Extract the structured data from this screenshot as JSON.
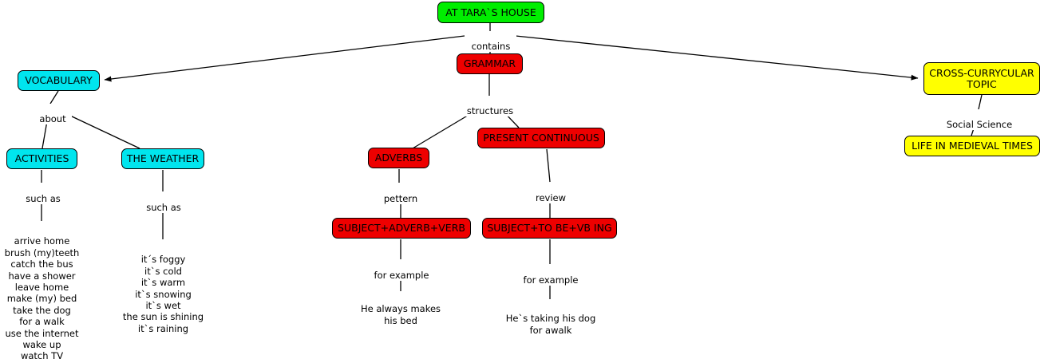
{
  "diagram": {
    "title": "AT TARA`S HOUSE concept map",
    "colors": {
      "root": "#00ee00",
      "vocabulary": "#00e5ee",
      "grammar": "#ee0000",
      "cross_curricular": "#ffff00",
      "line": "#000000",
      "text": "#000000",
      "background": "#ffffff"
    }
  },
  "nodes": {
    "root": {
      "label": "AT TARA`S HOUSE"
    },
    "vocabulary": {
      "label": "VOCABULARY"
    },
    "activities": {
      "label": "ACTIVITIES"
    },
    "weather": {
      "label": "THE WEATHER"
    },
    "grammar": {
      "label": "GRAMMAR"
    },
    "adverbs": {
      "label": "ADVERBS"
    },
    "present_continuous": {
      "label": "PRESENT CONTINUOUS"
    },
    "adverb_pattern": {
      "label": "SUBJECT+ADVERB+VERB"
    },
    "continuous_pattern": {
      "label": "SUBJECT+TO BE+VB ING"
    },
    "cross_curricular": {
      "label": "CROSS-CURRYCULAR\nTOPIC"
    },
    "medieval": {
      "label": "LIFE IN MEDIEVAL TIMES"
    }
  },
  "link_labels": {
    "contains": "contains",
    "about": "about",
    "such_as_activities": "such as",
    "such_as_weather": "such as",
    "structures": "structures",
    "pattern": "pettern",
    "review": "review",
    "for_example_adverbs": "for example",
    "for_example_continuous": "for example",
    "social_science": "Social Science"
  },
  "leaves": {
    "activities_list": "arrive home\nbrush (my)teeth\ncatch the bus\nhave a shower\nleave home\nmake (my) bed\ntake the dog\nfor a walk\nuse the internet\nwake up\nwatch TV",
    "weather_list": "it´s foggy\nit`s cold\nit`s warm\nit`s snowing\nit`s wet\nthe sun is shining\nit`s raining",
    "adverb_example": "He always makes\nhis bed",
    "continuous_example": "He`s taking his dog\nfor awalk"
  }
}
